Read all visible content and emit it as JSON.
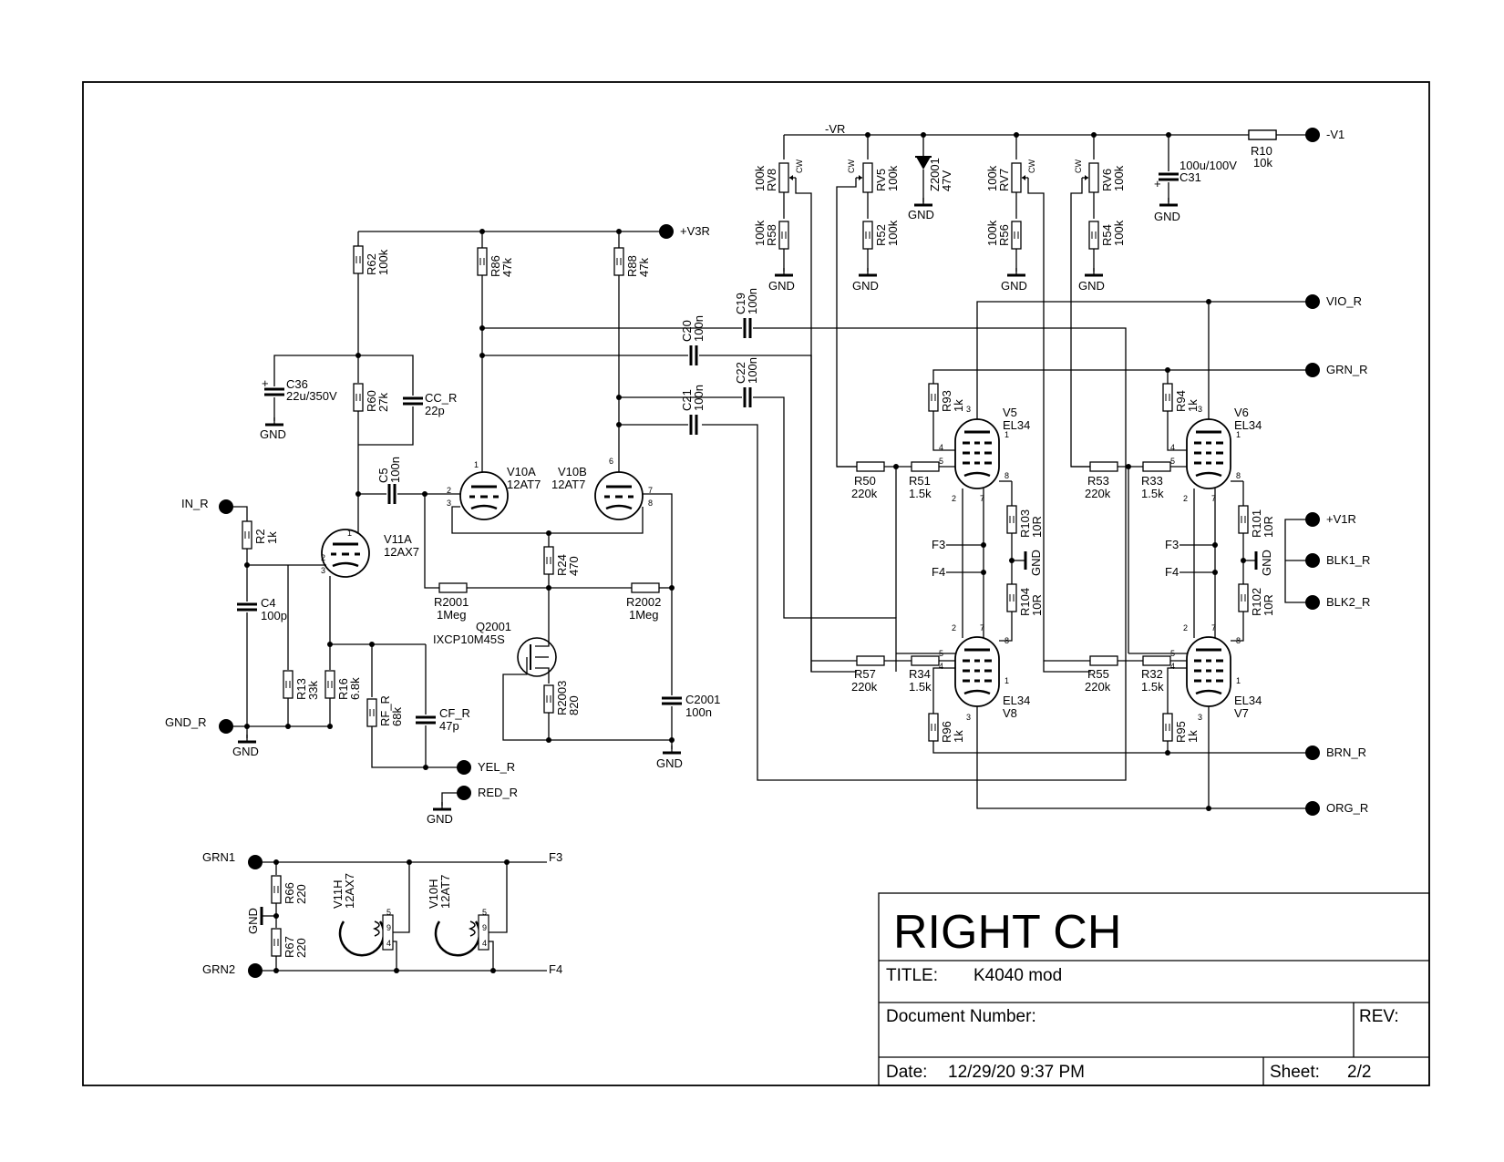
{
  "title_block": {
    "heading": "RIGHT CH",
    "title_label": "TITLE:",
    "title_value": "K4040 mod",
    "docnum_label": "Document Number:",
    "rev_label": "REV:",
    "date_label": "Date:",
    "date_value": "12/29/20 9:37 PM",
    "sheet_label": "Sheet:",
    "sheet_value": "2/2"
  },
  "ports": {
    "v1": "-V1",
    "v3r": "+V3R",
    "vio": "VIO_R",
    "grn": "GRN_R",
    "v1r": "+V1R",
    "blk1": "BLK1_R",
    "blk2": "BLK2_R",
    "brn": "BRN_R",
    "org": "ORG_R",
    "in": "IN_R",
    "gnd_r": "GND_R",
    "yel": "YEL_R",
    "red": "RED_R",
    "grn1": "GRN1",
    "grn2": "GRN2",
    "f3": "F3",
    "f4": "F4"
  },
  "nets": {
    "vr": "-VR",
    "gnd": "GND",
    "f3": "F3",
    "f4": "F4"
  },
  "components": {
    "r10": [
      "R10",
      "10k"
    ],
    "c31": [
      "100u/100V",
      "C31"
    ],
    "rv8": [
      "100k",
      "RV8"
    ],
    "rv5": [
      "RV5",
      "100k"
    ],
    "z2001": [
      "Z2001",
      "47V"
    ],
    "rv7": [
      "100k",
      "RV7"
    ],
    "rv6": [
      "RV6",
      "100k"
    ],
    "r58": [
      "100k",
      "R58"
    ],
    "r52": [
      "R52",
      "100k"
    ],
    "r56": [
      "100k",
      "R56"
    ],
    "r54": [
      "R54",
      "100k"
    ],
    "r62": [
      "R62",
      "100k"
    ],
    "r86": [
      "R86",
      "47k"
    ],
    "r88": [
      "R88",
      "47k"
    ],
    "c19": [
      "C19",
      "100n"
    ],
    "c20": [
      "C20",
      "100n"
    ],
    "c21": [
      "C21",
      "100n"
    ],
    "c22": [
      "C22",
      "100n"
    ],
    "c36": [
      "C36",
      "22u/350V"
    ],
    "r60": [
      "R60",
      "27k"
    ],
    "cc_r": [
      "CC_R",
      "22p"
    ],
    "c5": [
      "C5",
      "100n"
    ],
    "v10a": [
      "V10A",
      "12AT7"
    ],
    "v10b": [
      "V10B",
      "12AT7"
    ],
    "v11a": [
      "V11A",
      "12AX7"
    ],
    "r2": [
      "R2",
      "1k"
    ],
    "c4": [
      "C4",
      "100p"
    ],
    "r24": [
      "R24",
      "470"
    ],
    "r2001": [
      "R2001",
      "1Meg"
    ],
    "r2002": [
      "R2002",
      "1Meg"
    ],
    "q2001": [
      "Q2001",
      "IXCP10M45S"
    ],
    "r2003": [
      "R2003",
      "820"
    ],
    "c2001": [
      "C2001",
      "100n"
    ],
    "r13": [
      "R13",
      "33k"
    ],
    "r16": [
      "R16",
      "6.8k"
    ],
    "rf_r": [
      "RF_R",
      "68k"
    ],
    "cf_r": [
      "CF_R",
      "47p"
    ],
    "r93": [
      "R93",
      "1k"
    ],
    "v5": [
      "V5",
      "EL34"
    ],
    "r50": [
      "R50",
      "220k"
    ],
    "r51": [
      "R51",
      "1.5k"
    ],
    "r103": [
      "R103",
      "10R"
    ],
    "r104": [
      "R104",
      "10R"
    ],
    "r94": [
      "R94",
      "1k"
    ],
    "v6": [
      "V6",
      "EL34"
    ],
    "r53": [
      "R53",
      "220k"
    ],
    "r33": [
      "R33",
      "1.5k"
    ],
    "r101": [
      "R101",
      "10R"
    ],
    "r102": [
      "R102",
      "10R"
    ],
    "r57": [
      "R57",
      "220k"
    ],
    "r34": [
      "R34",
      "1.5k"
    ],
    "v8": [
      "EL34",
      "V8"
    ],
    "r96": [
      "R96",
      "1k"
    ],
    "r55": [
      "R55",
      "220k"
    ],
    "r32": [
      "R32",
      "1.5k"
    ],
    "v7": [
      "EL34",
      "V7"
    ],
    "r95": [
      "R95",
      "1k"
    ],
    "r66": [
      "R66",
      "220"
    ],
    "r67": [
      "R67",
      "220"
    ],
    "v11h": [
      "V11H",
      "12AX7"
    ],
    "v10h": [
      "V10H",
      "12AT7"
    ]
  },
  "markers": {
    "cw": "CW",
    "plus": "+",
    "resistor_mark": "="
  }
}
